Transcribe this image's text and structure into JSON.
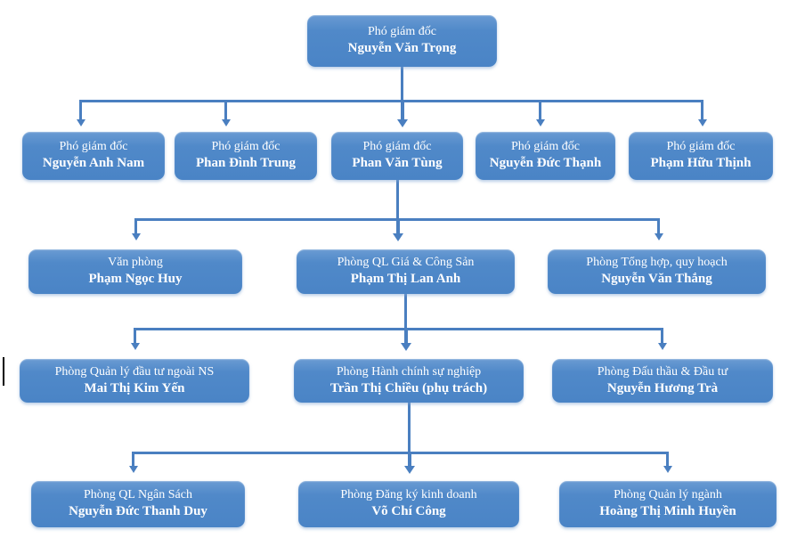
{
  "colors": {
    "box_top": "#6a9bd3",
    "box_mid": "#5089c9",
    "box_main": "#4a84c6",
    "connector": "#4a7fc0",
    "node_text": "#ffffff"
  },
  "org_chart": {
    "root": {
      "title": "Phó giám đốc",
      "name": "Nguyễn Văn Trọng"
    },
    "level2": [
      {
        "title": "Phó giám đốc",
        "name": "Nguyễn Anh Nam"
      },
      {
        "title": "Phó giám đốc",
        "name": "Phan Đình Trung"
      },
      {
        "title": "Phó giám đốc",
        "name": "Phan Văn Tùng"
      },
      {
        "title": "Phó giám đốc",
        "name": "Nguyễn Đức Thạnh"
      },
      {
        "title": "Phó giám đốc",
        "name": "Phạm Hữu Thịnh"
      }
    ],
    "level3": [
      {
        "title": "Văn phòng",
        "name": "Phạm Ngọc Huy"
      },
      {
        "title": "Phòng QL Giá & Công Sản",
        "name": "Phạm Thị Lan Anh"
      },
      {
        "title": "Phòng Tổng hợp, quy hoạch",
        "name": "Nguyễn Văn Thắng"
      }
    ],
    "level4": [
      {
        "title": "Phòng Quản lý đầu tư ngoài NS",
        "name": "Mai Thị Kim Yến"
      },
      {
        "title": "Phòng Hành chính sự nghiệp",
        "name": "Trần Thị Chiều (phụ trách)"
      },
      {
        "title": "Phòng Đấu thầu & Đầu tư",
        "name": "Nguyễn Hương Trà"
      }
    ],
    "level5": [
      {
        "title": "Phòng QL Ngân Sách",
        "name": "Nguyễn Đức Thanh Duy"
      },
      {
        "title": "Phòng Đăng ký kinh doanh",
        "name": "Võ Chí Công"
      },
      {
        "title": "Phòng Quản lý ngành",
        "name": "Hoàng Thị Minh Huyền"
      }
    ]
  }
}
